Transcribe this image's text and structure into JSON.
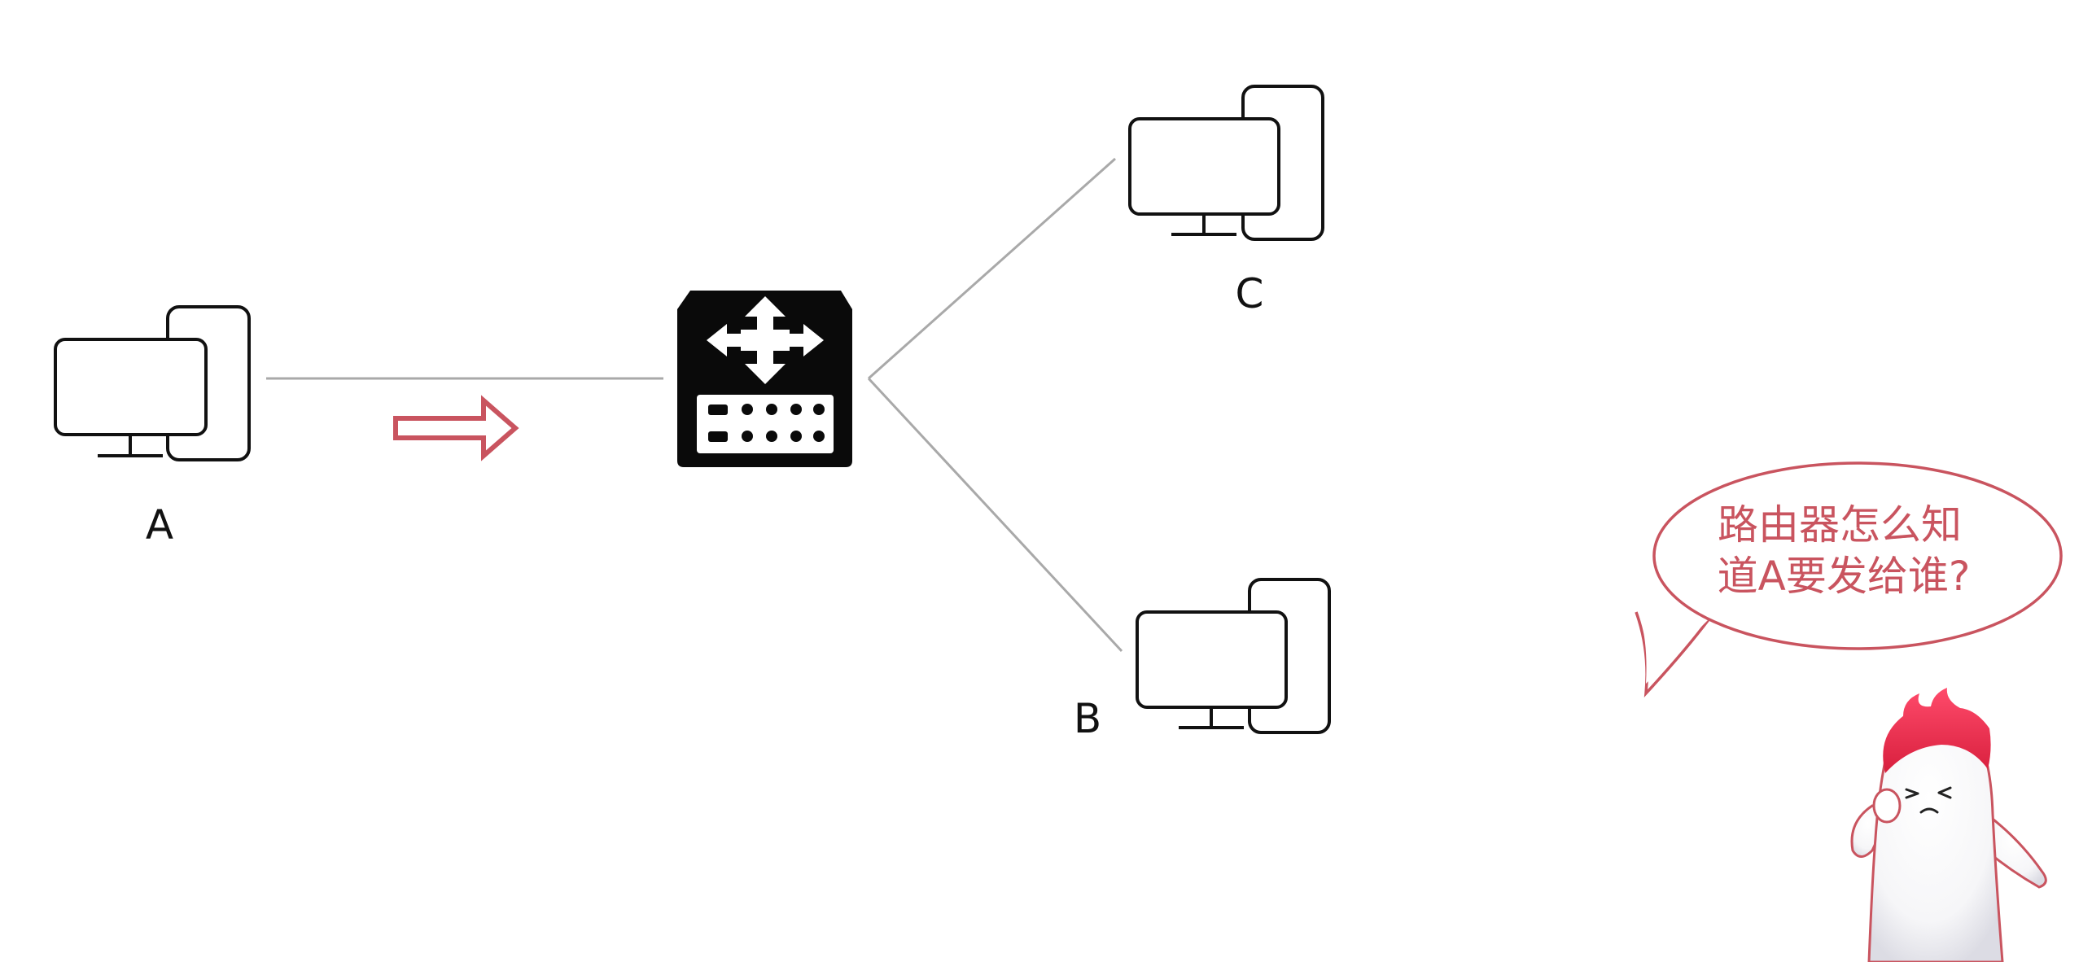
{
  "diagram": {
    "nodes": {
      "a": {
        "label": "A"
      },
      "c": {
        "label": "C"
      },
      "b": {
        "label": "B"
      },
      "router": {
        "label": ""
      }
    },
    "speech_bubble": {
      "lines": [
        "路由器怎么知",
        "道A要发给谁?"
      ]
    },
    "colors": {
      "arrow": "#c9545f",
      "bubble_text": "#c9545f",
      "bubble_border": "#c9545f",
      "line": "#a9a9a9",
      "mascot_flame": "#e8314f",
      "mascot_body": "#ffffff"
    }
  }
}
